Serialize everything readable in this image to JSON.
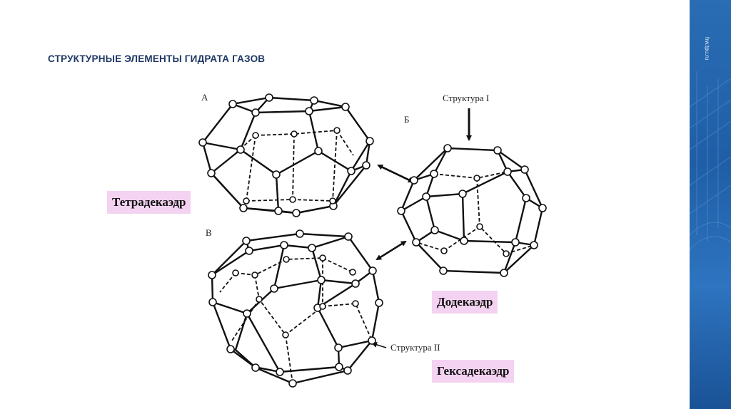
{
  "slide": {
    "title": "СТРУКТУРНЫЕ ЭЛЕМЕНТЫ ГИДРАТА ГАЗОВ",
    "site_url": "hw.tpu.ru"
  },
  "diagram": {
    "letters": {
      "a": "А",
      "b": "Б",
      "v": "В"
    },
    "structure1_label": "Структура I",
    "structure2_label": "Структура II",
    "polyhedra": {
      "tetra": "Тетрадекаэдр",
      "dodeca": "Додекаэдр",
      "hexa": "Гексадекаэдр"
    }
  },
  "colors": {
    "title": "#1f3864",
    "panel": "#1f5ea6",
    "badge": "#f4d2f1"
  }
}
